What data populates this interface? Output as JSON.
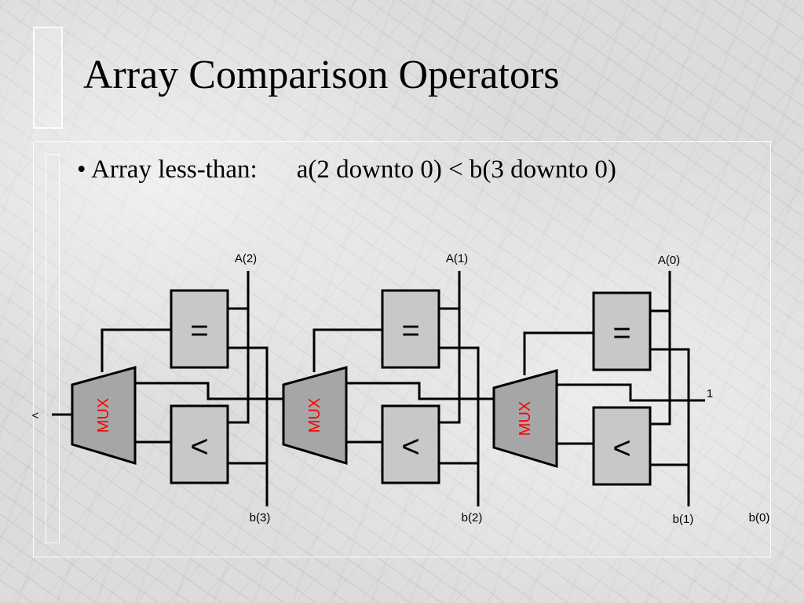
{
  "title": "Array Comparison Operators",
  "bullet": {
    "marker": "•",
    "label": "Array less-than:",
    "expression": "a(2 downto 0) < b(3 downto 0)"
  },
  "diagram": {
    "output_label": "<",
    "carry_in_label": "1",
    "stages": [
      {
        "a_label": "A(2)",
        "b_label": "b(3)",
        "eq_symbol": "=",
        "lt_symbol": "<",
        "mux_label": "MUX"
      },
      {
        "a_label": "A(1)",
        "b_label": "b(2)",
        "eq_symbol": "=",
        "lt_symbol": "<",
        "mux_label": "MUX"
      },
      {
        "a_label": "A(0)",
        "b_label": "b(1)",
        "eq_symbol": "=",
        "lt_symbol": "<",
        "mux_label": "MUX"
      }
    ],
    "extra_b_label": "b(0)",
    "colors": {
      "box_fill": "#c8c8c8",
      "mux_fill": "#a6a6a6",
      "mux_text": "#ff0000",
      "wire": "#000000"
    }
  }
}
